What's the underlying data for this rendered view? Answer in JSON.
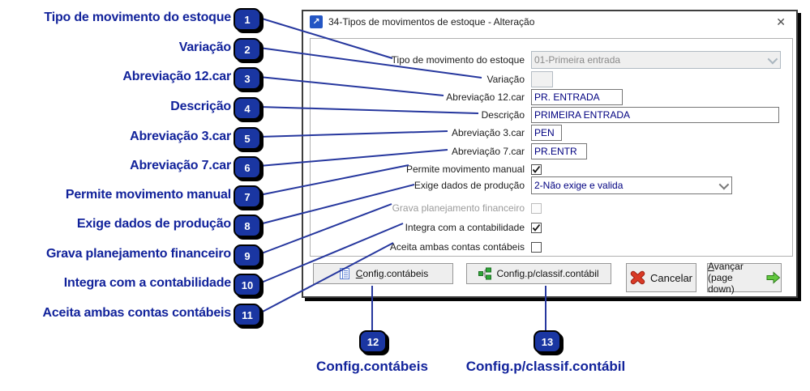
{
  "window": {
    "title": "34-Tipos de movimentos de estoque - Alteração",
    "icon_glyph": "↗",
    "close_glyph": "✕"
  },
  "form": {
    "fields": [
      {
        "id": "tipo_movimento",
        "label": "Tipo de movimento do estoque",
        "type": "select",
        "value": "01-Primeira entrada",
        "disabled": true
      },
      {
        "id": "variacao",
        "label": "Variação",
        "type": "text",
        "value": "",
        "disabled": true
      },
      {
        "id": "abreviacao_12",
        "label": "Abreviação 12.car",
        "type": "text",
        "value": "PR. ENTRADA",
        "disabled": false
      },
      {
        "id": "descricao",
        "label": "Descrição",
        "type": "text",
        "value": "PRIMEIRA ENTRADA",
        "disabled": false
      },
      {
        "id": "abreviacao_3",
        "label": "Abreviação 3.car",
        "type": "text",
        "value": "PEN",
        "disabled": false
      },
      {
        "id": "abreviacao_7",
        "label": "Abreviação 7.car",
        "type": "text",
        "value": "PR.ENTR",
        "disabled": false
      },
      {
        "id": "permite_movimento_manual",
        "label": "Permite movimento manual",
        "type": "checkbox",
        "checked": true,
        "disabled": false
      },
      {
        "id": "exige_dados_producao",
        "label": "Exige dados de produção",
        "type": "select",
        "value": "2-Não exige e valida",
        "disabled": false
      },
      {
        "id": "grava_planejamento_financeiro",
        "label": "Grava planejamento financeiro",
        "type": "checkbox",
        "checked": false,
        "disabled": true
      },
      {
        "id": "integra_contabilidade",
        "label": "Integra com a contabilidade",
        "type": "checkbox",
        "checked": true,
        "disabled": false
      },
      {
        "id": "aceita_ambas_contas",
        "label": "Aceita ambas contas contábeis",
        "type": "checkbox",
        "checked": false,
        "disabled": false
      }
    ]
  },
  "buttons": [
    {
      "id": "config_contabeis",
      "label": "Config.contábeis",
      "icon": "form-document-icon",
      "underline_index": 0
    },
    {
      "id": "config_classif_contabil",
      "label": "Config.p/classif.contábil",
      "icon": "tree-hierarchy-icon",
      "underline_index": 5
    },
    {
      "id": "cancelar",
      "label": "Cancelar",
      "icon": "red-x-icon",
      "underline_index": null
    },
    {
      "id": "avancar",
      "label": "Avançar",
      "sublabel": "(page down)",
      "icon": "green-arrow-right-icon",
      "underline_index": 0
    }
  ],
  "callouts": {
    "left": [
      {
        "number": "1",
        "label": "Tipo de movimento do estoque"
      },
      {
        "number": "2",
        "label": "Variação"
      },
      {
        "number": "3",
        "label": "Abreviação 12.car"
      },
      {
        "number": "4",
        "label": "Descrição"
      },
      {
        "number": "5",
        "label": "Abreviação 3.car"
      },
      {
        "number": "6",
        "label": "Abreviação 7.car"
      },
      {
        "number": "7",
        "label": "Permite movimento manual"
      },
      {
        "number": "8",
        "label": "Exige dados de produção"
      },
      {
        "number": "9",
        "label": "Grava planejamento financeiro"
      },
      {
        "number": "10",
        "label": "Integra com a contabilidade"
      },
      {
        "number": "11",
        "label": "Aceita ambas contas contábeis"
      }
    ],
    "bottom": [
      {
        "number": "12",
        "label": "Config.contábeis"
      },
      {
        "number": "13",
        "label": "Config.p/classif.contábil"
      }
    ]
  },
  "colors": {
    "callout_text": "#12239b",
    "badge_fill": "#1a36a2",
    "connector": "#26379e",
    "entry_text": "#000080",
    "disabled_text": "#8a8a8a",
    "button_face": "#eeeeee",
    "cancel_x": "#d93a26",
    "advance_arrow": "#62c83e",
    "tree_icon_green": "#2fa838",
    "doc_icon_blue": "#5b7fd4",
    "title_icon_blue": "#2456c4"
  }
}
